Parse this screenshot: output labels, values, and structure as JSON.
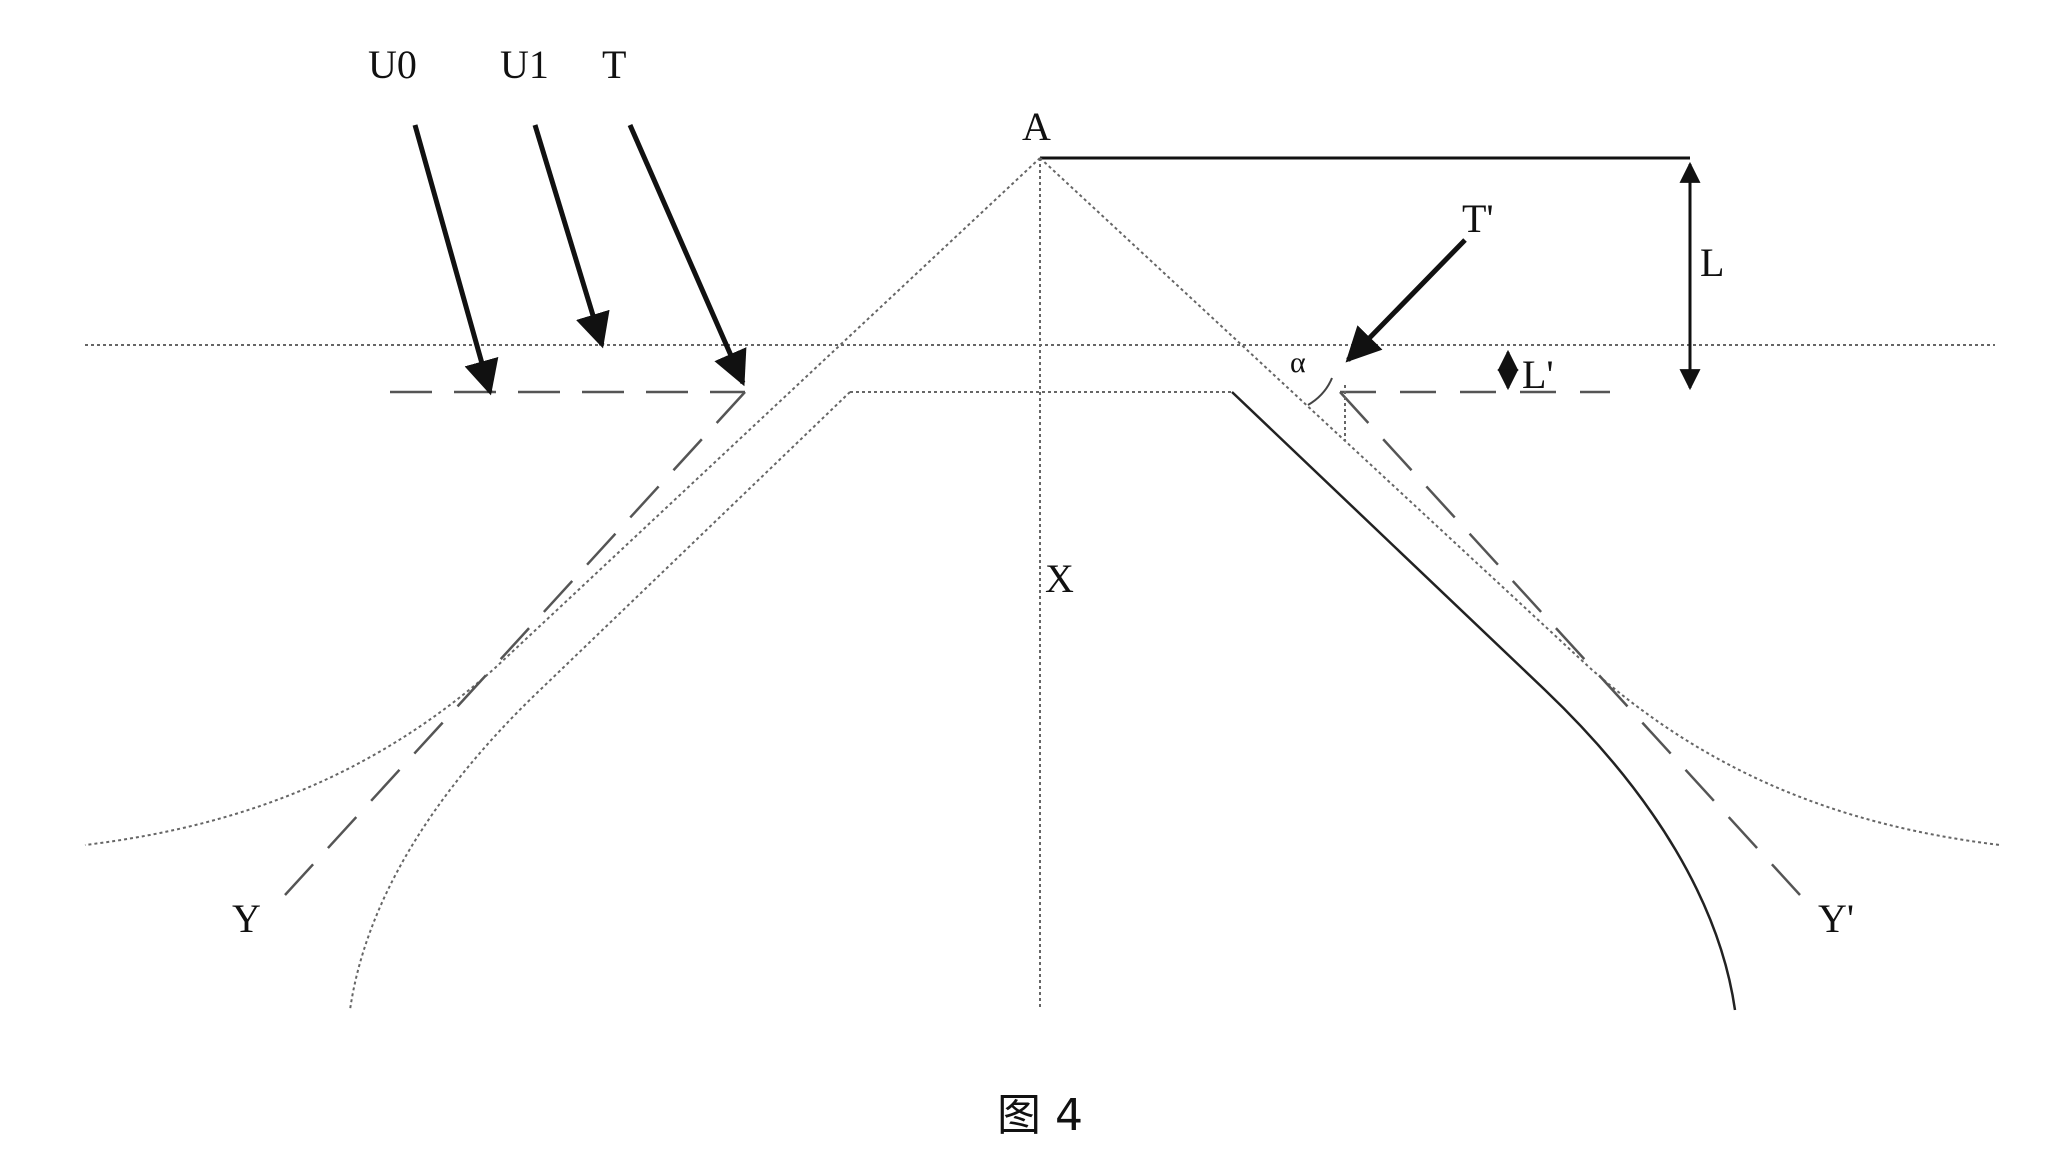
{
  "diagram": {
    "labels": {
      "u0": "U0",
      "u1": "U1",
      "t": "T",
      "a": "A",
      "t_prime": "T'",
      "l": "L",
      "l_prime": "L'",
      "alpha": "α",
      "x": "X",
      "y": "Y",
      "y_prime": "Y'"
    },
    "caption": "图 4"
  },
  "colors": {
    "ink": "#111111",
    "light_line": "#666666"
  }
}
